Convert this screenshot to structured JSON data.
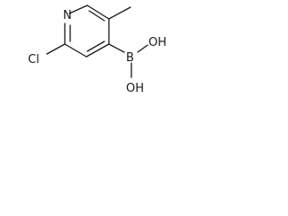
{
  "molecule": {
    "atoms": {
      "nitrogen": "N",
      "chlorine": "Cl",
      "boron": "B",
      "hydroxyl_top": "OH",
      "hydroxyl_bottom": "OH"
    },
    "colors": {
      "bond": "#1a1a1a",
      "label": "#1a1a1a",
      "background": "#ffffff"
    }
  }
}
